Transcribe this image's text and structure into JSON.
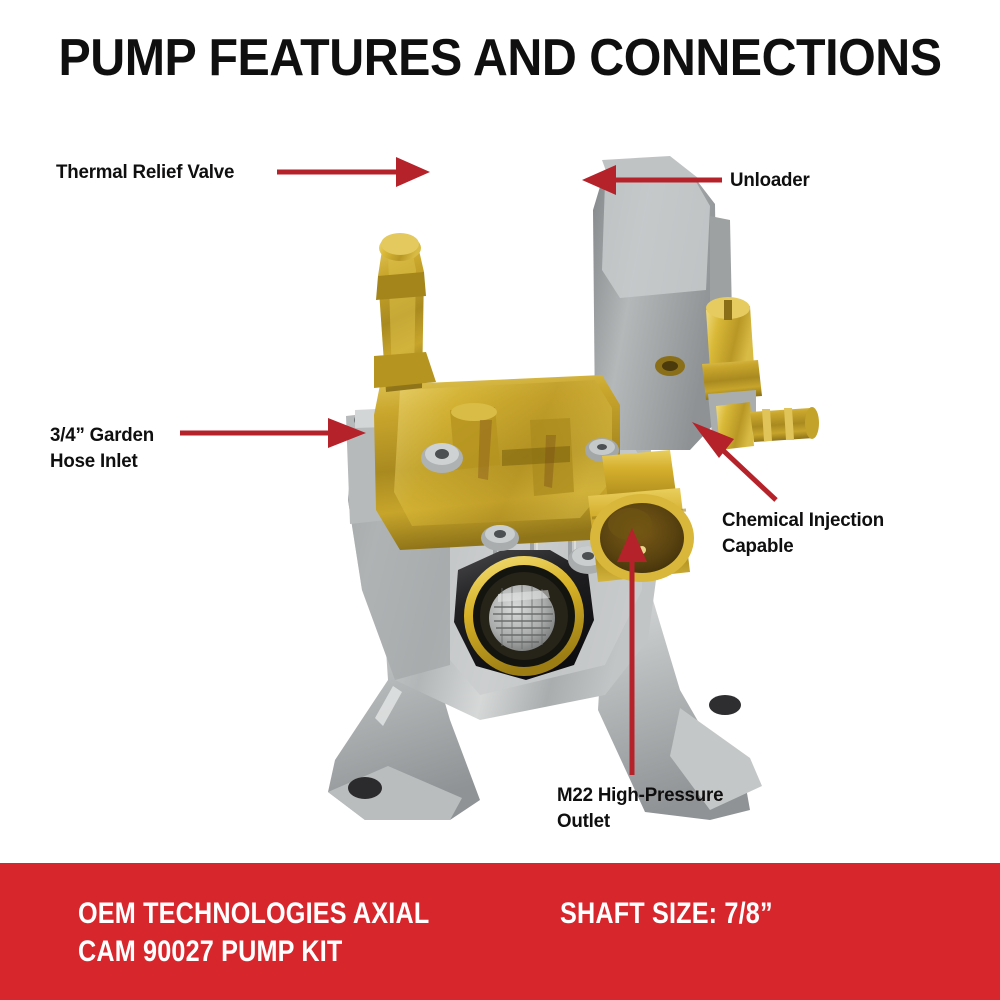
{
  "page": {
    "title": "PUMP FEATURES AND CONNECTIONS",
    "background_color": "#ffffff"
  },
  "colors": {
    "banner_red": "#d8262d",
    "arrow_red": "#b5222a",
    "text_black": "#100f0f",
    "footer_text": "#ffffff",
    "brass": "#c8a42a",
    "aluminum": "#b9bcbd"
  },
  "callouts": [
    {
      "id": "thermal-relief-valve",
      "lines": [
        "Thermal Relief Valve"
      ],
      "arrow_direction": "right"
    },
    {
      "id": "unloader",
      "lines": [
        "Unloader"
      ],
      "arrow_direction": "left"
    },
    {
      "id": "garden-hose-inlet",
      "lines": [
        "3/4” Garden",
        "Hose Inlet"
      ],
      "arrow_direction": "right"
    },
    {
      "id": "chemical-injection",
      "lines": [
        "Chemical Injection",
        "Capable"
      ],
      "arrow_direction": "up-left"
    },
    {
      "id": "m22-outlet",
      "lines": [
        "M22 High-Pressure",
        "Outlet"
      ],
      "arrow_direction": "up"
    }
  ],
  "product_image": {
    "alt": "Axial cam pressure washer pump, brass manifold over cast aluminum housing with splayed mounting feet"
  },
  "footer": {
    "product_name_lines": [
      "OEM TECHNOLOGIES AXIAL",
      "CAM 90027 PUMP KIT"
    ],
    "shaft_size_lines": [
      "SHAFT SIZE: 7/8”"
    ]
  }
}
